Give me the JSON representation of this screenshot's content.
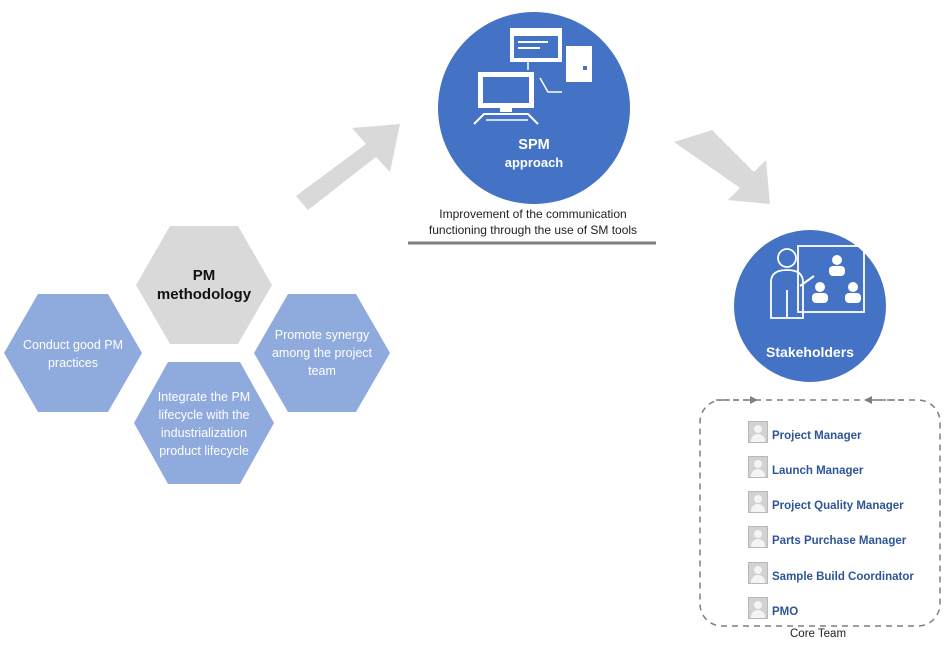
{
  "methodology": {
    "center_title": "PM methodology",
    "hexagons": [
      {
        "id": "conduct",
        "text": "Conduct good PM practices"
      },
      {
        "id": "integrate",
        "text": "Integrate the PM lifecycle with the industrialization product lifecycle"
      },
      {
        "id": "synergy",
        "text": "Promote synergy among the project team"
      }
    ]
  },
  "spm": {
    "label_line1": "SPM",
    "label_line2": "approach",
    "caption_line1": "Improvement of the communication",
    "caption_line2": "functioning through the use of SM tools"
  },
  "stakeholders": {
    "label": "Stakeholders"
  },
  "core_team": {
    "label": "Core Team",
    "members": [
      "Project Manager",
      "Launch Manager",
      "Project Quality Manager",
      "Parts Purchase Manager",
      "Sample Build Coordinator",
      "PMO"
    ]
  },
  "colors": {
    "circle_blue": "#4472c4",
    "hex_light_blue": "#8faadc",
    "hex_grey": "#d9d9d9",
    "arrow_grey": "#d9d9d9",
    "member_text": "#2f5597"
  },
  "icons": {
    "spm": "computer-monitor-icon",
    "stakeholders": "presentation-board-icon",
    "member": "user-avatar-icon"
  }
}
